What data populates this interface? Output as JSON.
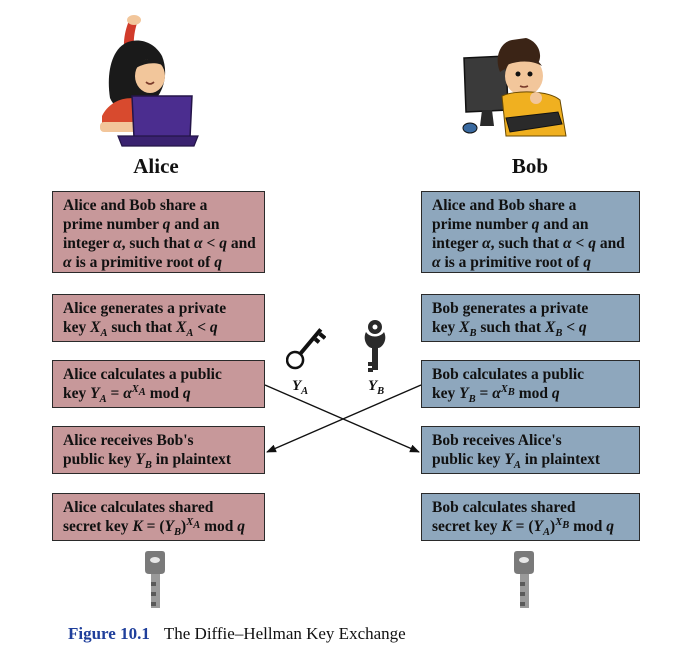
{
  "alice": {
    "name": "Alice",
    "steps": [
      {
        "lines": [
          "Alice and Bob share a",
          "prime number q and an",
          "integer α, such that α < q and",
          "α is a primitive root of q"
        ]
      },
      {
        "lines": [
          "Alice generates a private",
          "key X_A such that X_A < q"
        ]
      },
      {
        "lines": [
          "Alice calculates a public",
          "key Y_A = α^X_A mod q"
        ]
      },
      {
        "lines": [
          "Alice receives Bob's",
          "public key Y_B in plaintext"
        ]
      },
      {
        "lines": [
          "Alice calculates shared",
          "secret key K = (Y_B)^X_A mod q"
        ]
      }
    ]
  },
  "bob": {
    "name": "Bob",
    "steps": [
      {
        "lines": [
          "Alice and Bob share a",
          "prime number q and an",
          "integer α, such that α < q and",
          "α is a primitive root of q"
        ]
      },
      {
        "lines": [
          "Bob generates a private",
          "key X_B such that X_B < q"
        ]
      },
      {
        "lines": [
          "Bob calculates a public",
          "key Y_B = α^X_B mod q"
        ]
      },
      {
        "lines": [
          "Bob receives Alice's",
          "public key Y_A in plaintext"
        ]
      },
      {
        "lines": [
          "Bob calculates shared",
          "secret key K = (Y_A)^X_B mod q"
        ]
      }
    ]
  },
  "exchange": {
    "key_label_a": "Y_A",
    "key_label_b": "Y_B"
  },
  "caption": {
    "figure_label": "Figure 10.1",
    "title": "The Diffie–Hellman Key Exchange"
  },
  "colors": {
    "alice_box": "#c7989a",
    "bob_box": "#8ea7bd",
    "caption_label": "#1f3f9b"
  },
  "icons": [
    "alice-illustration",
    "bob-illustration",
    "key-icon",
    "skeleton-key-icon"
  ]
}
